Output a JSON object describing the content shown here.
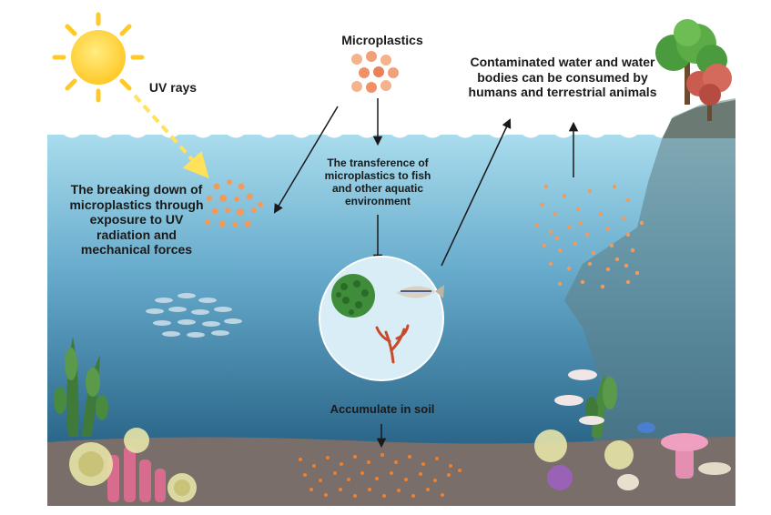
{
  "labels": {
    "microplastics": "Microplastics",
    "uv_rays": "UV rays",
    "breaking_down": "The breaking down of microplastics through exposure to UV radiation and mechanical forces",
    "transference": "The transference of microplastics to fish and other aquatic environment",
    "contaminated": "Contaminated water and water bodies can be consumed by humans and terrestrial animals",
    "accumulate": "Accumulate in soil"
  },
  "colors": {
    "water_top": "#9fd6ea",
    "water_bottom": "#2c6a8d",
    "soil": "#7b6f6b",
    "particle": "#f29a5c",
    "sun": "#ffd84d",
    "cliff": "#6a7f77"
  },
  "icons": [
    "sun-icon",
    "microplastic-cluster-icon",
    "fish-school-icon",
    "kelp-icon",
    "coral-icon",
    "sea-urchin-icon",
    "anemone-icon",
    "tree-icon",
    "algae-cell-icon",
    "zebrafish-icon",
    "seaweed-icon",
    "shell-icon"
  ]
}
